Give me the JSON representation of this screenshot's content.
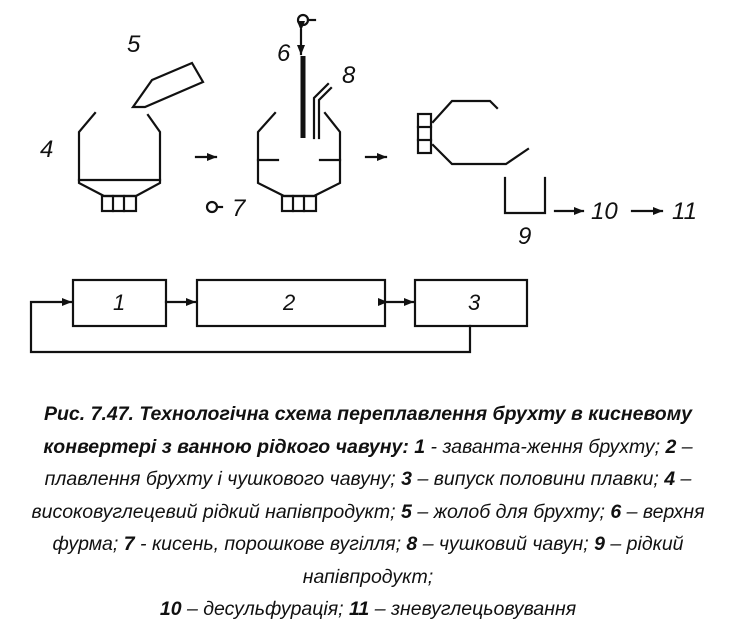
{
  "labels": {
    "n1": "1",
    "n2": "2",
    "n3": "3",
    "n4": "4",
    "n5": "5",
    "n6": "6",
    "n7": "7",
    "n8": "8",
    "n9": "9",
    "n10": "10",
    "n11": "11"
  },
  "caption": {
    "title": "Рис. 7.47. Технологічна схема переплавлення брухту в кисневому конвертері з ванною рідкого чавуну:",
    "items": [
      {
        "num": "1",
        "text": "- заванта-ження брухту;"
      },
      {
        "num": "2",
        "text": "– плавлення брухту і чушкового чавуну;"
      },
      {
        "num": "3",
        "text": "– випуск половини плавки;"
      },
      {
        "num": "4",
        "text": "– високовуглецевий рідкий напівпродукт;"
      },
      {
        "num": "5",
        "text": "– жолоб для брухту;"
      },
      {
        "num": "6",
        "text": "– верхня фурма;"
      },
      {
        "num": "7",
        "text": "- кисень, порошкове вугілля;"
      },
      {
        "num": "8",
        "text": "– чушковий чавун;"
      },
      {
        "num": "9",
        "text": "– рідкий напівпродукт;"
      },
      {
        "num": "10",
        "text": "– десульфурація;"
      },
      {
        "num": "11",
        "text": "– зневуглецьовування"
      }
    ]
  }
}
